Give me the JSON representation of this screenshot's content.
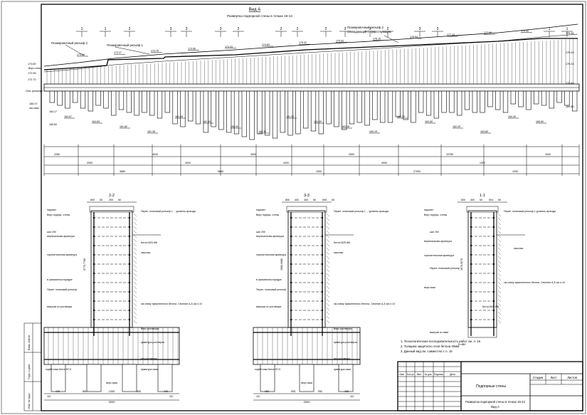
{
  "view": {
    "title": "Вид А",
    "subtitle": "Развертка подпорной стены в точках 19-13"
  },
  "elevation_annotations": {
    "planned_ground_2": "Планировочный рельеф 2",
    "planned_ground_1": "Планировочный рельеф 1",
    "planned_ground_2_note_a": "Планировочный рельеф 2",
    "planned_ground_2_note_b": "совпадающий с существующим",
    "top_wall_mark": "Верх стены",
    "pile_toe": "низ сваи",
    "ground_level": "Отм. рельефа",
    "left_mark": "173.60",
    "left_toe": "165.07",
    "left_mark_2": "172.55",
    "left_mark_3": "172.70",
    "right_mark": "175.30",
    "right_mark_2": "175.20",
    "right_toe": "169.40",
    "right_mark_3": "175.34",
    "left_toe_2": "165.60",
    "left_toe_3": "164.17",
    "right_toe_2": "170.40"
  },
  "section_markers": [
    "1",
    "1",
    "2",
    "3",
    "3",
    "3",
    "2",
    "2",
    "2",
    "2",
    "3",
    "3",
    "2",
    "3",
    "3",
    "1",
    "1"
  ],
  "elevation_levels": [
    "173.54",
    "173.27",
    "173.76",
    "173.66",
    "174.33",
    "174.82",
    "175.02",
    "175.63",
    "176.15",
    "176.94",
    "177.33",
    "177.86",
    "175.90"
  ],
  "pile_bottom_levels": [
    "164.57",
    "164.83",
    "161.82",
    "161.35",
    "161.65",
    "162.30",
    "158.00",
    "160.30",
    "161.00",
    "161.30",
    "162.18",
    "160.15",
    "163.20",
    "163.60",
    "162.20",
    "163.80",
    "164.30",
    "165.60"
  ],
  "chainage_labels": [
    "2280",
    "2900",
    "3880",
    "4030",
    "4920",
    "5880",
    "3900",
    "4400",
    "1900",
    "2500",
    "4900",
    "27000",
    "34780",
    "1300",
    "1930",
    "1000"
  ],
  "sections": [
    {
      "title": "2-2",
      "top_dims": [
        "600",
        "50",
        "200",
        "50"
      ],
      "labels": {
        "parapet": "парапет",
        "wall_top": "Верх подпор. стены",
        "ground_note": "Перен. плановый рельеф 1 ... уровень проезда",
        "bar_200": "шаг 200",
        "vertical_rebar": "вертикальная арматура",
        "concrete": "Бетон В25 W6",
        "horizontal_rebar": "горизонтальная арматура",
        "chess": "в шахматном порядке",
        "ground_level": "Перен. плановый рельеф",
        "backfill": "засыпка",
        "ref": "см.схему приклеенного бетона. Сечение А-А см.л.10",
        "pile_outlets": "выпуски из ростверка",
        "grillage_top": "Верх ростверка",
        "grillage_rebar": "арматура ростверка",
        "grillage_bottom": "низ ростверка",
        "pile_rebar": "арматура сваи",
        "lean_concrete": "подбетонка Бетон В7,5",
        "pile_top": "верх сваи"
      },
      "bottom_dims": [
        "440",
        "850",
        "1050",
        "850",
        "440"
      ],
      "total": "3000",
      "edge_dims": [
        "110",
        "110"
      ],
      "height_dim": "5770-7760"
    },
    {
      "title": "3-3",
      "top_dims": [
        "800",
        "400",
        "400",
        "50",
        "695",
        "50"
      ],
      "labels": {
        "parapet": "парапет",
        "wall_top": "Верх подпор. стены",
        "ground_note": "Перен. плановый рельеф 1 ... уровень проезда",
        "bar_200": "шаг 200",
        "vertical_rebar": "вертикальная арматура",
        "concrete": "Бетон В25 W6",
        "horizontal_rebar": "горизонтальная арматура",
        "chess": "в шахматном порядке",
        "ground_level": "Перен. плановый рельеф",
        "backfill": "засыпка",
        "ref": "см.схему приклеенного бетона. Сечение А-А см.л.10",
        "pile_outlets": "выпуски из ростверка",
        "grillage_top": "Верх ростверка",
        "grillage_rebar": "арматура ростверка",
        "grillage_bottom": "низ ростверка",
        "pile_rebar": "арматура сваи",
        "lean_concrete": "подбетонка Бетон В7,5",
        "pile_top": "верх сваи"
      },
      "bottom_dims": [
        "450",
        "950",
        "950",
        "450"
      ],
      "total": "3000",
      "edge_dims": [
        "110",
        "110"
      ],
      "height_dim": "4980-6980"
    },
    {
      "title": "1-1",
      "top_dims": [
        "500",
        "400",
        "50",
        "504",
        "50"
      ],
      "labels": {
        "parapet": "парапет",
        "wall_top": "Верх подпор. стены",
        "ground_note": "Перен. плановый рельеф 1 уровень проезда",
        "bar_200": "шаг 200",
        "vertical_rebar": "вертикальная арматура",
        "concrete": "Бетон В25 W6",
        "horizontal_rebar": "горизонтальная арматура",
        "ground_level": "Перен. плановый рельеф",
        "backfill": "засыпка",
        "pile_top": "верх сваи",
        "ref": "см.схему приклеенного бетона. Сечение А-А см.л.10",
        "pile_outlets": "выпуски из сваи",
        "pile_diam": "D=880"
      },
      "height_dim": "3070-5070"
    }
  ],
  "notes": [
    "1. Технологическая последовательность работ см. л. 16",
    "2. Толщина защитного слоя бетона 40мм.",
    "3. Данный вид см. совместно с л. 16"
  ],
  "side_stamp": [
    "Инв. № подл.",
    "Подп. и дата",
    "Взам. инв.№"
  ],
  "title_block": {
    "change_headers": [
      "Изм.",
      "Кол.уч",
      "Лист",
      "№ док.",
      "Подпись",
      "Дата"
    ],
    "stage_header": "Стадия",
    "sheet_header": "Лист",
    "sheets_header": "Листов",
    "name_1": "Подпорные стены",
    "name_2": "Развертка подпорной стены в точках 19-13",
    "name_3": "Вид А"
  }
}
